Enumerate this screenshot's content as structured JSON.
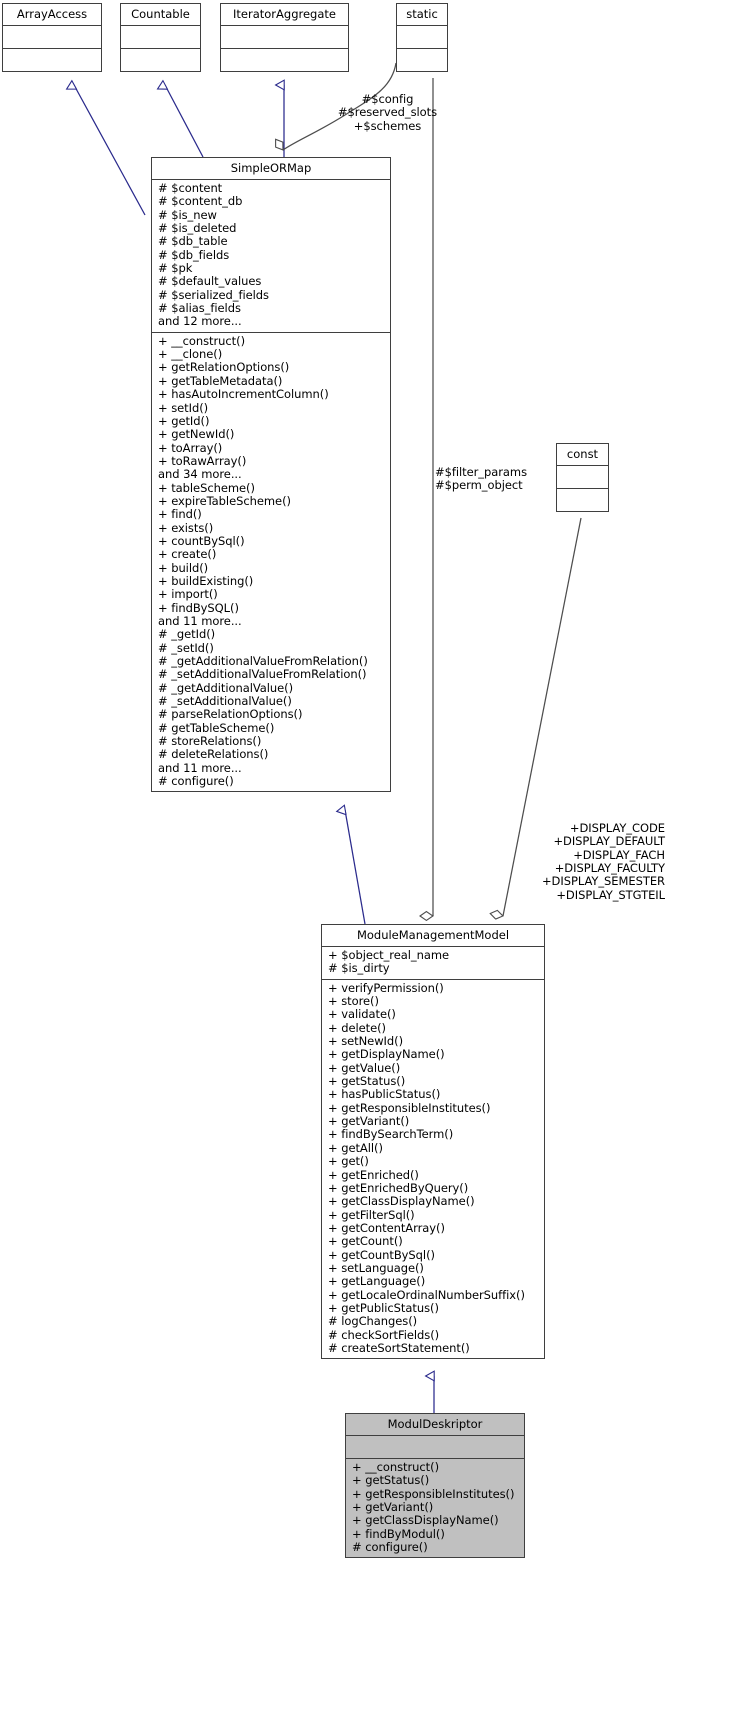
{
  "diagram": {
    "type": "uml-class-diagram",
    "title": "ModulDeskriptor class inheritance diagram"
  },
  "classes": {
    "array_access": {
      "name": "ArrayAccess",
      "attributes": [],
      "methods": []
    },
    "countable": {
      "name": "Countable",
      "attributes": [],
      "methods": []
    },
    "iterator_aggregate": {
      "name": "IteratorAggregate",
      "attributes": [],
      "methods": []
    },
    "static_class": {
      "name": "static",
      "attributes": [],
      "methods": []
    },
    "const_class": {
      "name": "const",
      "attributes": [],
      "methods": []
    },
    "simple_ormap": {
      "name": "SimpleORMap",
      "attributes": [
        "# $content",
        "# $content_db",
        "# $is_new",
        "# $is_deleted",
        "# $db_table",
        "# $db_fields",
        "# $pk",
        "# $default_values",
        "# $serialized_fields",
        "# $alias_fields",
        "and 12 more..."
      ],
      "methods": [
        "+ __construct()",
        "+ __clone()",
        "+ getRelationOptions()",
        "+ getTableMetadata()",
        "+ hasAutoIncrementColumn()",
        "+ setId()",
        "+ getId()",
        "+ getNewId()",
        "+ toArray()",
        "+ toRawArray()",
        "and 34 more...",
        "+ tableScheme()",
        "+ expireTableScheme()",
        "+ find()",
        "+ exists()",
        "+ countBySql()",
        "+ create()",
        "+ build()",
        "+ buildExisting()",
        "+ import()",
        "+ findBySQL()",
        "and 11 more...",
        "# _getId()",
        "# _setId()",
        "# _getAdditionalValueFromRelation()",
        "# _setAdditionalValueFromRelation()",
        "# _getAdditionalValue()",
        "# _setAdditionalValue()",
        "# parseRelationOptions()",
        "# getTableScheme()",
        "# storeRelations()",
        "# deleteRelations()",
        "and 11 more...",
        "# configure()"
      ]
    },
    "module_management_model": {
      "name": "ModuleManagementModel",
      "attributes": [
        "+ $object_real_name",
        "# $is_dirty"
      ],
      "methods": [
        "+ verifyPermission()",
        "+ store()",
        "+ validate()",
        "+ delete()",
        "+ setNewId()",
        "+ getDisplayName()",
        "+ getValue()",
        "+ getStatus()",
        "+ hasPublicStatus()",
        "+ getResponsibleInstitutes()",
        "+ getVariant()",
        "+ findBySearchTerm()",
        "+ getAll()",
        "+ get()",
        "+ getEnriched()",
        "+ getEnrichedByQuery()",
        "+ getClassDisplayName()",
        "+ getFilterSql()",
        "+ getContentArray()",
        "+ getCount()",
        "+ getCountBySql()",
        "+ setLanguage()",
        "+ getLanguage()",
        "+ getLocaleOrdinalNumberSuffix()",
        "+ getPublicStatus()",
        "# logChanges()",
        "# checkSortFields()",
        "# createSortStatement()"
      ]
    },
    "modul_deskriptor": {
      "name": "ModulDeskriptor",
      "attributes": [],
      "methods": [
        "+ __construct()",
        "+ getStatus()",
        "+ getResponsibleInstitutes()",
        "+ getVariant()",
        "+ getClassDisplayName()",
        "+ findByModul()",
        "# configure()"
      ]
    }
  },
  "edge_labels": {
    "static_to_simpleormap": "#$config\n#$reserved_slots\n+$schemes",
    "static_to_simpleormap_lines": [
      "#$config",
      "#$reserved_slots",
      "+$schemes"
    ],
    "static_to_mmmodel_lines": [
      "#$filter_params",
      "#$perm_object"
    ],
    "const_to_mmmodel_lines": [
      "+DISPLAY_CODE",
      "+DISPLAY_DEFAULT",
      "+DISPLAY_FACH",
      "+DISPLAY_FACULTY",
      "+DISPLAY_SEMESTER",
      "+DISPLAY_STGTEIL"
    ]
  },
  "colors": {
    "inheritance_edge": "#2a2a8c",
    "aggregation_edge": "#4d4d4d",
    "box_border": "#3f3f3f",
    "box_fill": "#ffffff",
    "highlight_fill": "#c0c0c0"
  }
}
